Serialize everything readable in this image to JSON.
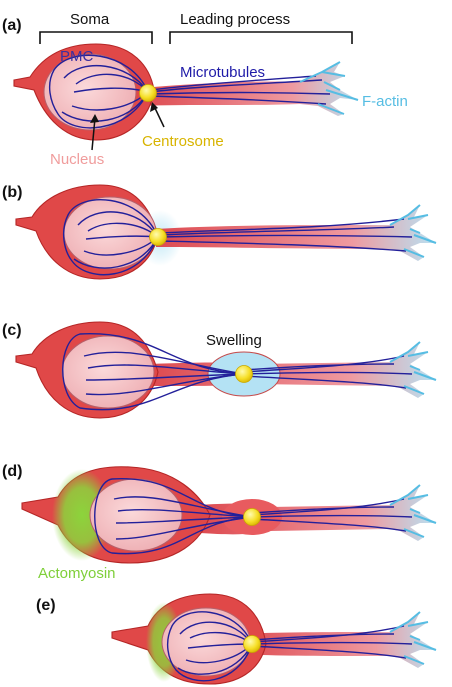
{
  "panels": [
    {
      "id": "a",
      "label": "(a)"
    },
    {
      "id": "b",
      "label": "(b)"
    },
    {
      "id": "c",
      "label": "(c)"
    },
    {
      "id": "d",
      "label": "(d)"
    },
    {
      "id": "e",
      "label": "(e)"
    }
  ],
  "regions": {
    "soma": "Soma",
    "leading_process": "Leading process"
  },
  "annotations": {
    "pmc": "PMC",
    "microtubules": "Microtubules",
    "f_actin": "F-actin",
    "centrosome": "Centrosome",
    "nucleus": "Nucleus",
    "swelling": "Swelling",
    "actomyosin": "Actomyosin"
  },
  "colors": {
    "cell_body": "#e04848",
    "nucleus": "#f3c2c4",
    "microtubules": "#23209a",
    "f_actin": "#56bde3",
    "centrosome": "#f7e02d",
    "pmc_text": "#3a2fa0",
    "centrosome_text": "#d8b400",
    "nucleus_text": "#f09c9c",
    "actomyosin": "#7fcf3a"
  }
}
